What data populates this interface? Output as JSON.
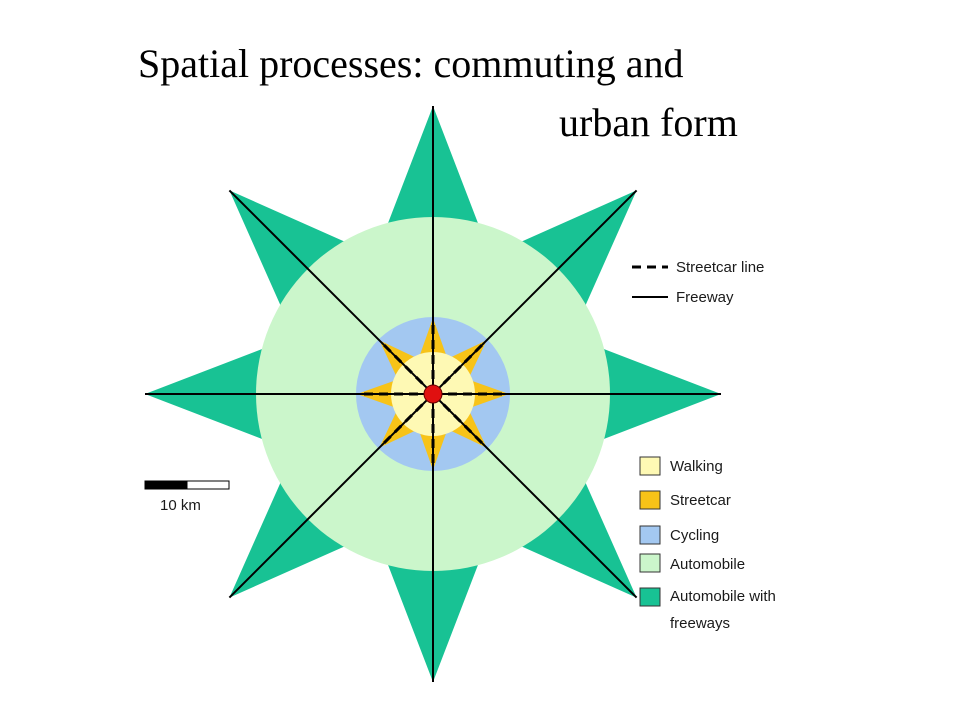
{
  "title": {
    "line1": "Spatial processes: commuting and",
    "line2": "urban form"
  },
  "colors": {
    "walking": "#fef9b4",
    "streetcar": "#f7c318",
    "cycling": "#a3c8f1",
    "automobile": "#cbf6cb",
    "automobile_with_freeways": "#18c294",
    "center": "#e01010",
    "lines": "#000000"
  },
  "line_legend": [
    {
      "key": "streetcar_line",
      "label": "Streetcar line",
      "style": "dashed"
    },
    {
      "key": "freeway",
      "label": "Freeway",
      "style": "solid"
    }
  ],
  "zone_legend": [
    {
      "key": "walking",
      "label": "Walking",
      "lines": [
        "Walking"
      ]
    },
    {
      "key": "streetcar",
      "label": "Streetcar",
      "lines": [
        "Streetcar"
      ]
    },
    {
      "key": "cycling",
      "label": "Cycling",
      "lines": [
        "Cycling"
      ]
    },
    {
      "key": "automobile",
      "label": "Automobile",
      "lines": [
        "Automobile"
      ]
    },
    {
      "key": "automobile_with_freeways",
      "label": "Automobile with freeways",
      "lines": [
        "Automobile with",
        "freeways"
      ]
    }
  ],
  "scale_bar": {
    "label": "10 km"
  }
}
